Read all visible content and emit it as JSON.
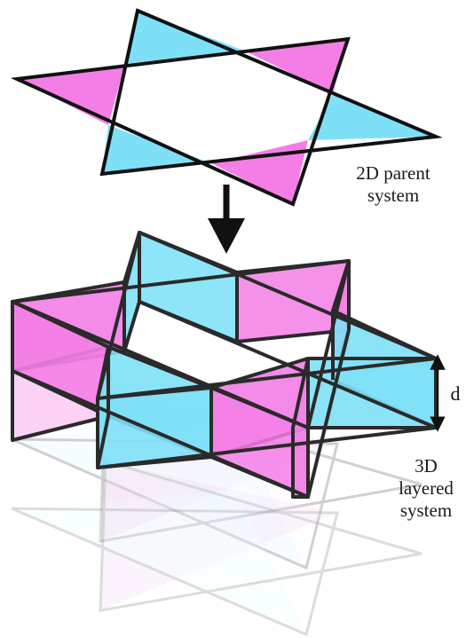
{
  "labels": {
    "parent_system": [
      "2D parent",
      "system"
    ],
    "layered_system": [
      "3D",
      "layered",
      "system"
    ],
    "thickness": "d"
  },
  "colors": {
    "cyan": "#7ee0f7",
    "magenta": "#f47ee6",
    "outline": "#1a1a1a",
    "faded_outline": "#c8c8c8"
  },
  "icons": {
    "arrow": "down-arrow",
    "dimension": "double-headed-arrow"
  }
}
